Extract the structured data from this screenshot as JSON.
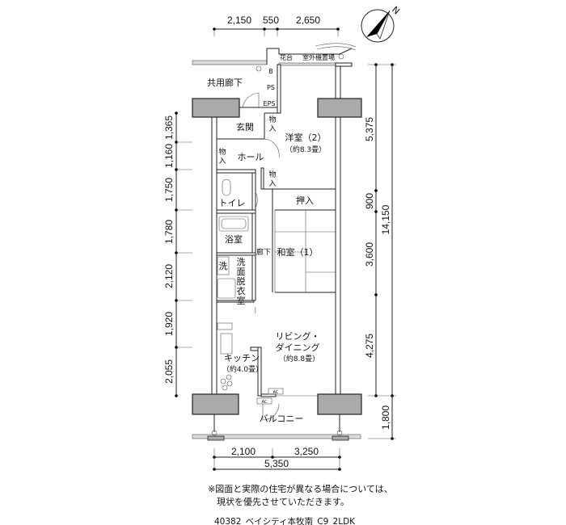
{
  "title": "40382_ベイシティ本牧南_C9_2LDK",
  "note_lines": [
    "※図面と実際の住宅が異なる場合については、",
    "現状を優先させていただきます。"
  ],
  "compass": {
    "label": "N"
  },
  "dimensions": {
    "top": [
      "2,150",
      "550",
      "2,650"
    ],
    "left": [
      "1,365",
      "1,160",
      "1,750",
      "1,780",
      "2,120",
      "1,920",
      "2,055"
    ],
    "right_inner": [
      "5,375",
      "900",
      "3,600",
      "4,275"
    ],
    "right_outer": [
      "14,150",
      "1,800"
    ],
    "bottom": [
      "2,100",
      "3,250"
    ],
    "bottom_total": "5,350"
  },
  "rooms": {
    "common_corridor": "共用廊下",
    "entrance": "玄関",
    "western_room": "洋室（2）",
    "western_room_size": "（約8.3畳）",
    "hall": "ホール",
    "toilet": "トイレ",
    "closet_oshiire": "押入",
    "japanese_room": "和室（1）",
    "bathroom": "浴室",
    "corridor": "廊下",
    "washer": "洗",
    "washroom": [
      "洗",
      "面",
      "脱",
      "衣",
      "室"
    ],
    "living_dining": [
      "リビング・",
      "ダイニング"
    ],
    "living_dining_size": "（約8.8畳）",
    "kitchen": "キッチン",
    "kitchen_size": "（約4.0畳）",
    "balcony": "バルコニー",
    "storage": [
      "物",
      "入"
    ],
    "b": "B",
    "ps": "PS",
    "eps": "EPS",
    "flower_stand": "花台",
    "outdoor_unit": "室外機置場",
    "ac": "AC"
  }
}
